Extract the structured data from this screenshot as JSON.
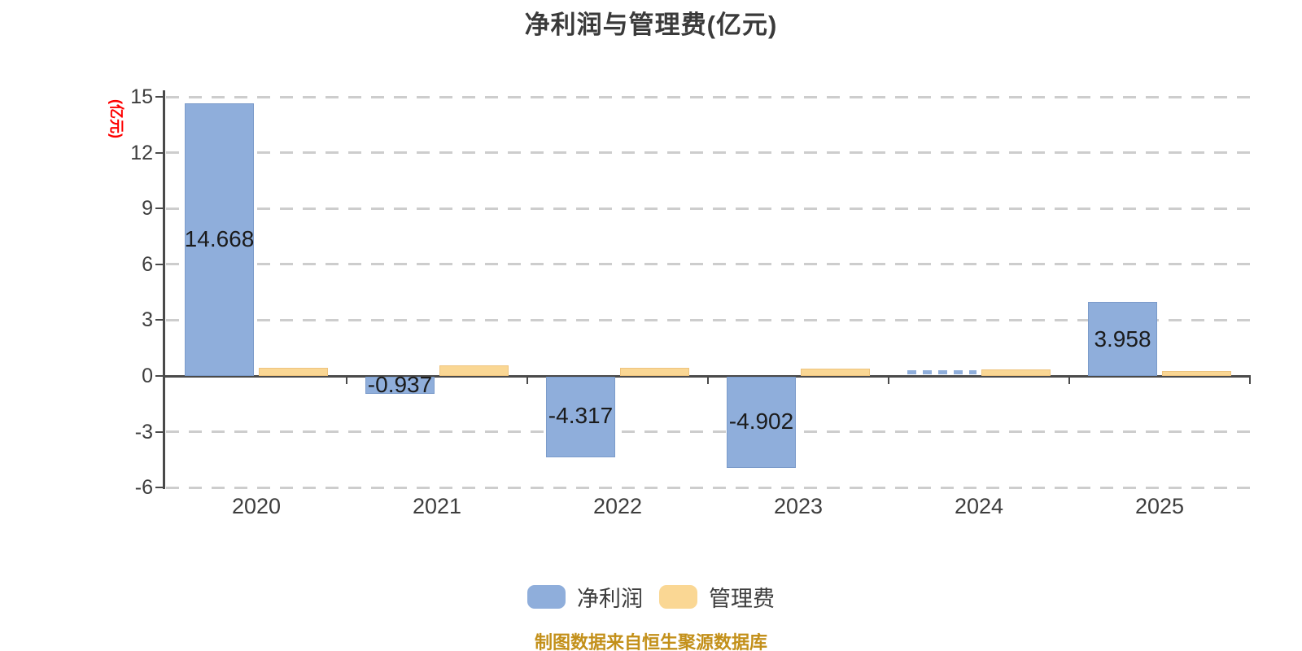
{
  "chart_data": {
    "type": "bar",
    "title": "净利润与管理费(亿元)",
    "ylabel": "(亿元)",
    "xlabel": "",
    "categories": [
      "2020",
      "2021",
      "2022",
      "2023",
      "2024",
      "2025"
    ],
    "series": [
      {
        "name": "净利润",
        "key": "net-profit",
        "color": "#8fAEDB",
        "border_color": "#7b9bca",
        "values": [
          14.668,
          -0.937,
          -4.317,
          -4.902,
          0.06,
          3.958
        ],
        "labels": [
          "14.668",
          "-0.937",
          "-4.317",
          "-4.902",
          "",
          "3.958"
        ],
        "bar_styles": [
          "solid",
          "solid",
          "solid",
          "solid",
          "dashed",
          "solid"
        ]
      },
      {
        "name": "管理费",
        "key": "mgmt-fee",
        "color": "#fad794",
        "border_color": "#eec47e",
        "values": [
          0.45,
          0.55,
          0.44,
          0.4,
          0.33,
          0.28
        ],
        "labels": [
          "",
          "",
          "",
          "",
          "",
          ""
        ],
        "bar_styles": [
          "solid",
          "solid",
          "solid",
          "solid",
          "solid",
          "solid"
        ]
      }
    ],
    "yticks": [
      15,
      12,
      9,
      6,
      3,
      0,
      -3,
      -6
    ],
    "ylim": [
      -6,
      15
    ],
    "grid": "horizontal dashed",
    "legend_position": "bottom",
    "source_note": "制图数据来自恒生聚源数据库"
  },
  "legend": {
    "items": [
      {
        "label": "净利润",
        "color": "#8fAEDB"
      },
      {
        "label": "管理费",
        "color": "#fad794"
      }
    ]
  },
  "colors": {
    "background": "#ffffff",
    "title_text": "#3a3a3a",
    "axis": "#4a4a4a",
    "gridline": "#cdcdcd",
    "tick_text": "#3d3d3d",
    "bar_label_text": "#1b1b1b",
    "y_unit_label": "#fe0000",
    "source_note_text": "#c3901a"
  }
}
